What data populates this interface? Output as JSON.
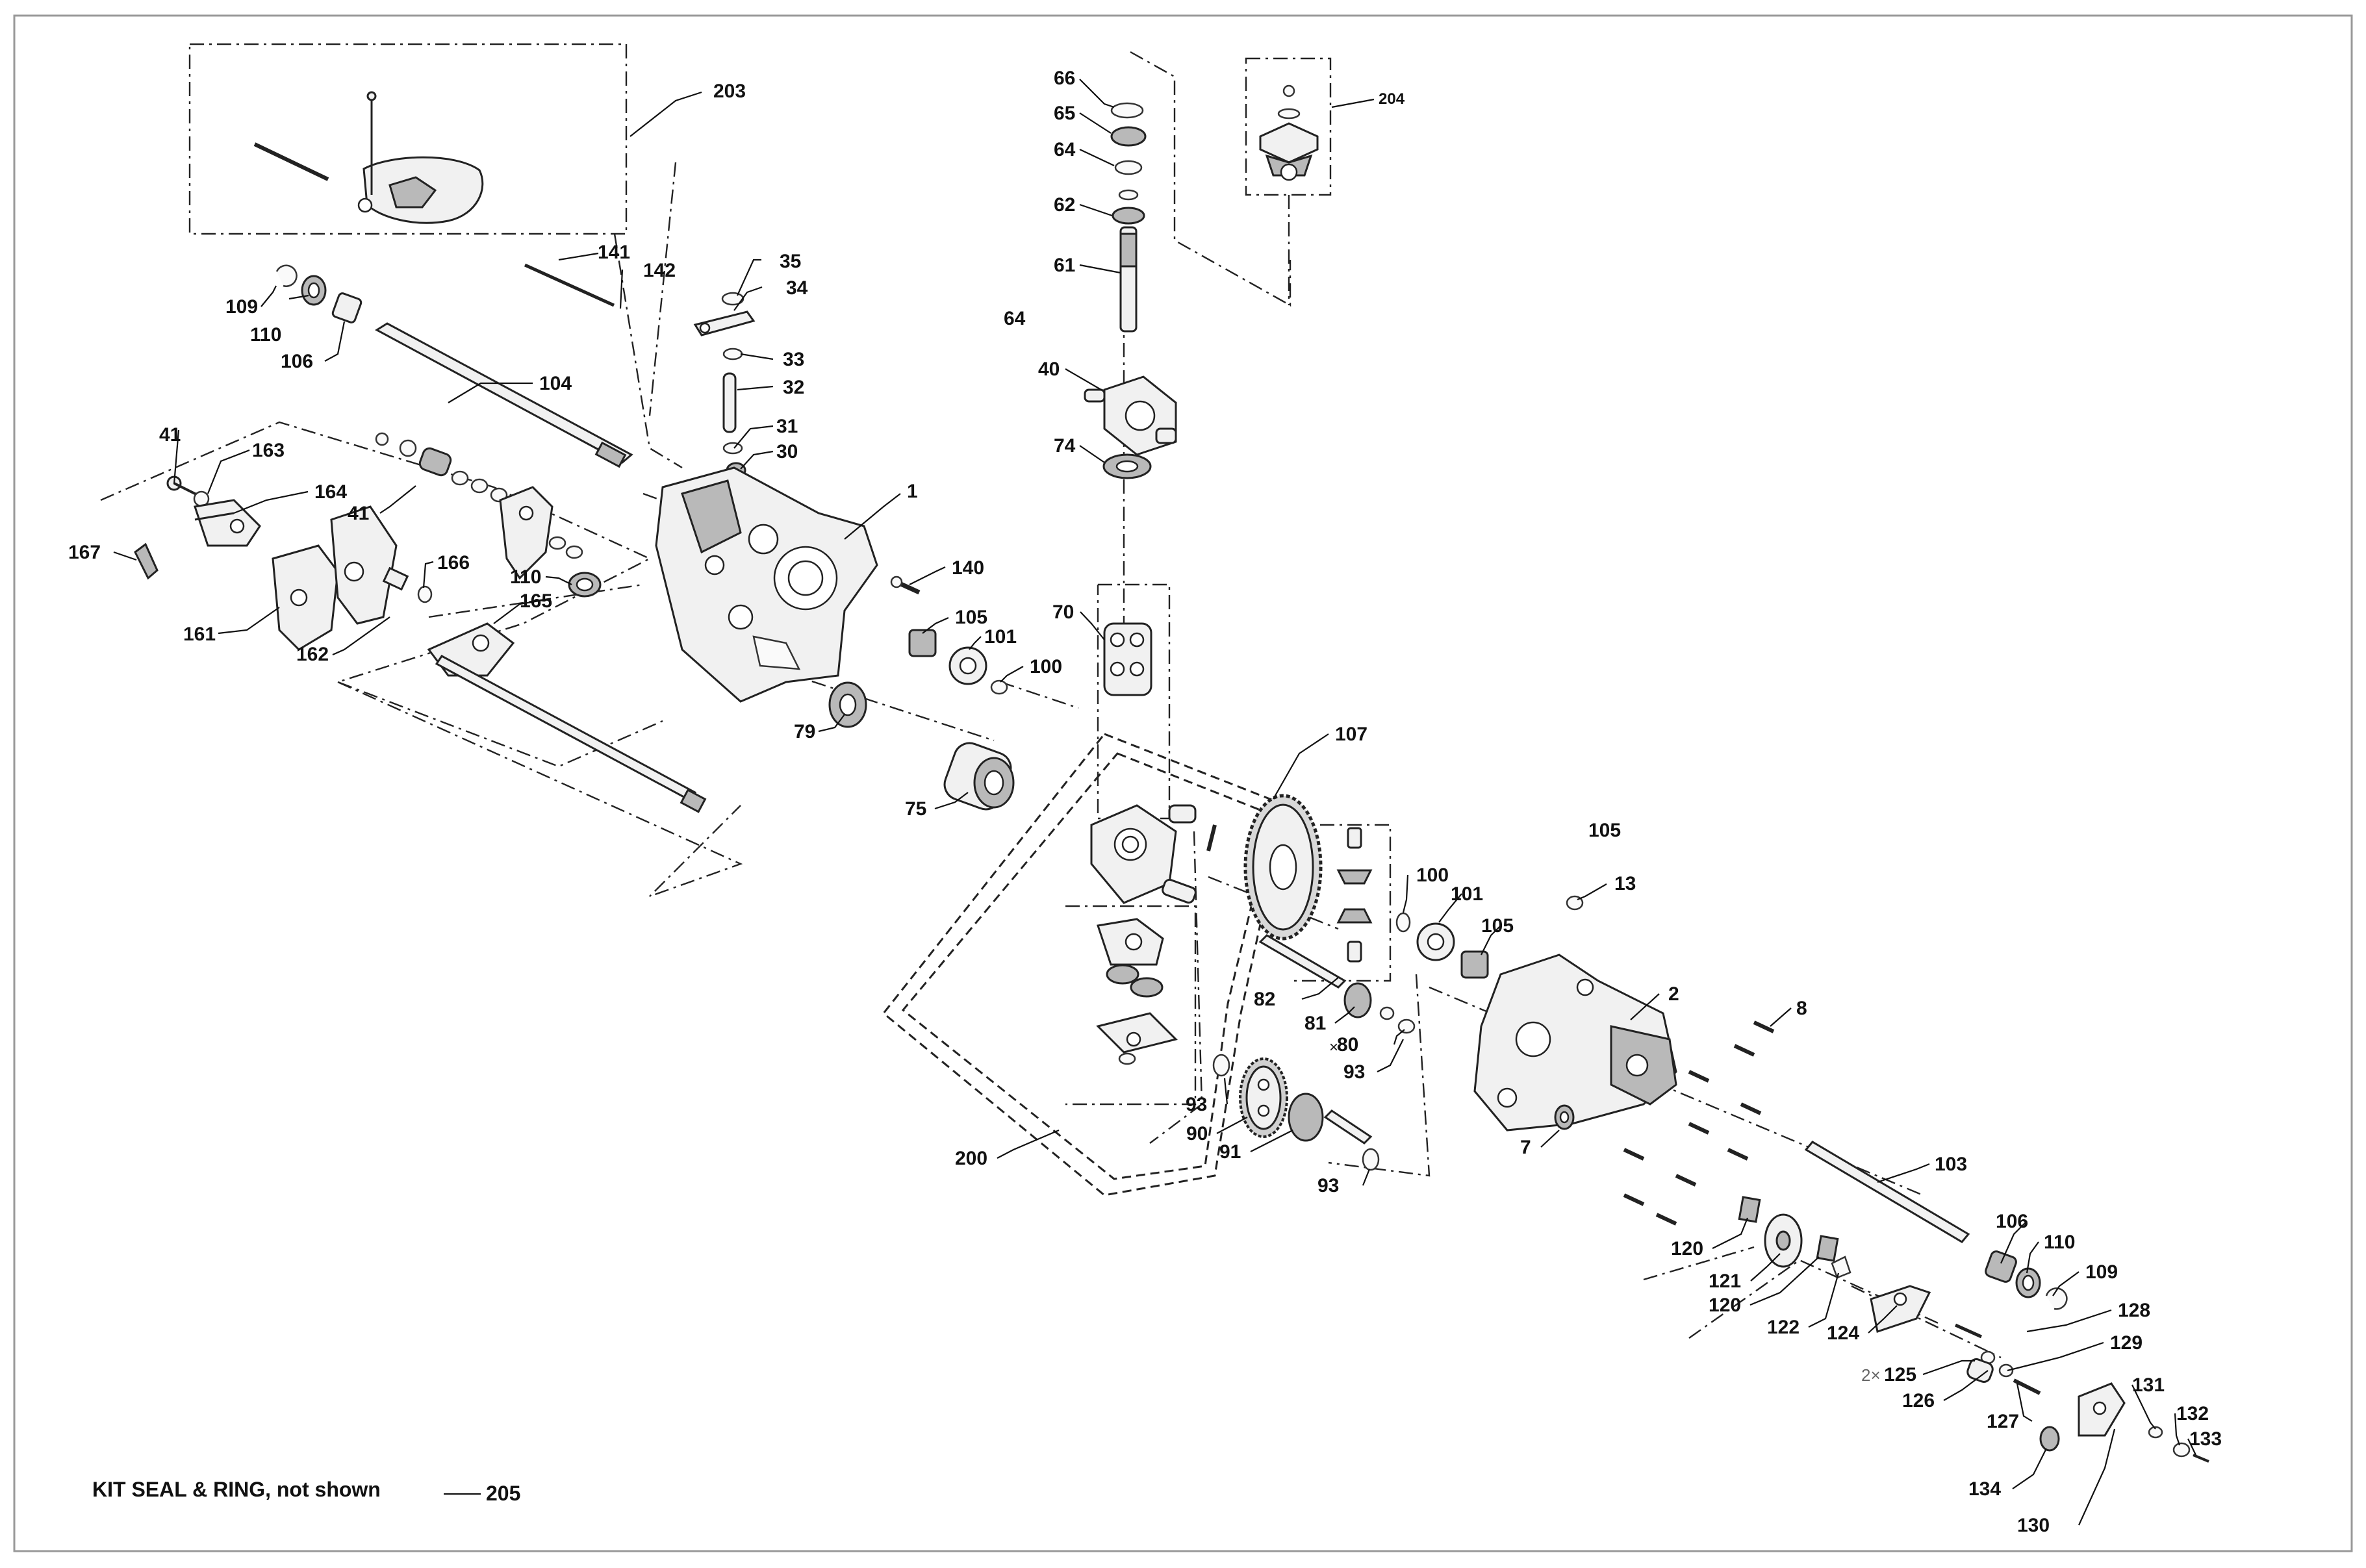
{
  "callouts": [
    {
      "text": "203"
    },
    {
      "text": "141"
    },
    {
      "text": "142"
    },
    {
      "text": "109"
    },
    {
      "text": "110"
    },
    {
      "text": "106"
    },
    {
      "text": "35"
    },
    {
      "text": "34"
    },
    {
      "text": "33"
    },
    {
      "text": "32"
    },
    {
      "text": "31"
    },
    {
      "text": "30"
    },
    {
      "text": "104"
    },
    {
      "text": "41"
    },
    {
      "text": "163"
    },
    {
      "text": "164"
    },
    {
      "text": "41"
    },
    {
      "text": "167"
    },
    {
      "text": "161"
    },
    {
      "text": "162"
    },
    {
      "text": "166"
    },
    {
      "text": "110"
    },
    {
      "text": "165"
    },
    {
      "text": "1"
    },
    {
      "text": "140"
    },
    {
      "text": "105"
    },
    {
      "text": "101"
    },
    {
      "text": "100"
    },
    {
      "text": "79"
    },
    {
      "text": "75"
    },
    {
      "text": "66"
    },
    {
      "text": "65"
    },
    {
      "text": "64"
    },
    {
      "text": "62"
    },
    {
      "text": "61"
    },
    {
      "text": "64"
    },
    {
      "text": "40"
    },
    {
      "text": "74"
    },
    {
      "text": "204"
    },
    {
      "text": "70"
    },
    {
      "text": "107"
    },
    {
      "text": "105"
    },
    {
      "text": "13"
    },
    {
      "text": "100"
    },
    {
      "text": "101"
    },
    {
      "text": "105"
    },
    {
      "text": "2"
    },
    {
      "text": "8"
    },
    {
      "text": "82"
    },
    {
      "text": "81"
    },
    {
      "text": "80"
    },
    {
      "text": "93"
    },
    {
      "text": "93"
    },
    {
      "text": "90"
    },
    {
      "text": "91"
    },
    {
      "text": "93"
    },
    {
      "text": "200"
    },
    {
      "text": "7"
    },
    {
      "text": "103"
    },
    {
      "text": "106"
    },
    {
      "text": "110"
    },
    {
      "text": "109"
    },
    {
      "text": "120"
    },
    {
      "text": "121"
    },
    {
      "text": "120"
    },
    {
      "text": "122"
    },
    {
      "text": "124"
    },
    {
      "text": "128"
    },
    {
      "text": "129"
    },
    {
      "text": "125"
    },
    {
      "text": "126"
    },
    {
      "text": "127"
    },
    {
      "text": "131"
    },
    {
      "text": "132"
    },
    {
      "text": "133"
    },
    {
      "text": "134"
    },
    {
      "text": "130"
    }
  ],
  "multipliers": {
    "qty_80": "×",
    "qty_125": "2×"
  },
  "footer": {
    "note": "KIT SEAL & RING, not shown",
    "ref": "205"
  }
}
